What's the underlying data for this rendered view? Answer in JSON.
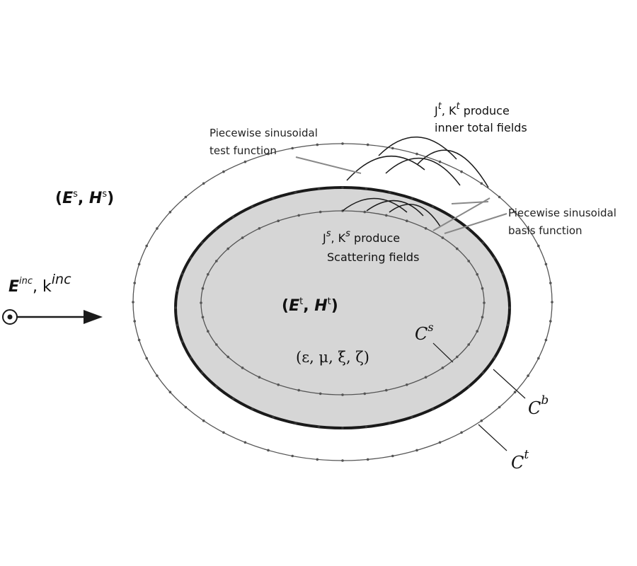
{
  "labels": {
    "scattered_fields": {
      "open": "(",
      "e": "E",
      "e_sup": "s",
      "sep": ", ",
      "h": "H",
      "h_sup": "s",
      "close": ")"
    },
    "incident": {
      "e": "E",
      "e_sup": "inc",
      "sep": ", k",
      "k_sup": "inc"
    },
    "total_fields": {
      "open": "(",
      "e": "E",
      "e_sup": "t",
      "sep": ", ",
      "h": "H",
      "h_sup": "t",
      "close": ")"
    },
    "material_params": "(ε, μ, ξ, ζ)",
    "inner_currents": {
      "j": "J",
      "j_sup": "t",
      "sep": ", K",
      "k_sup": "t",
      "tail": " produce",
      "line2": "inner total fields"
    },
    "test_function": {
      "line1": "Piecewise sinusoidal",
      "line2": "test function"
    },
    "basis_function": {
      "line1": "Piecewise sinusoidal",
      "line2": "basis function"
    },
    "scatter_currents": {
      "j": "J",
      "j_sup": "s",
      "sep": ", K",
      "k_sup": "s",
      "tail": " produce",
      "line2": "Scattering fields"
    },
    "contour_s": {
      "c": "C",
      "sup": "s"
    },
    "contour_b": {
      "c": "C",
      "sup": "b"
    },
    "contour_t": {
      "c": "C",
      "sup": "t"
    }
  },
  "colors": {
    "body_fill": "#d6d6d6",
    "boundary_stroke": "#1a1a1a",
    "contour_stroke": "#555555",
    "leader_stroke": "#888888",
    "node_fill": "#555555"
  },
  "icons": {
    "source": "circled-dot-icon",
    "direction": "arrow-right-icon"
  }
}
